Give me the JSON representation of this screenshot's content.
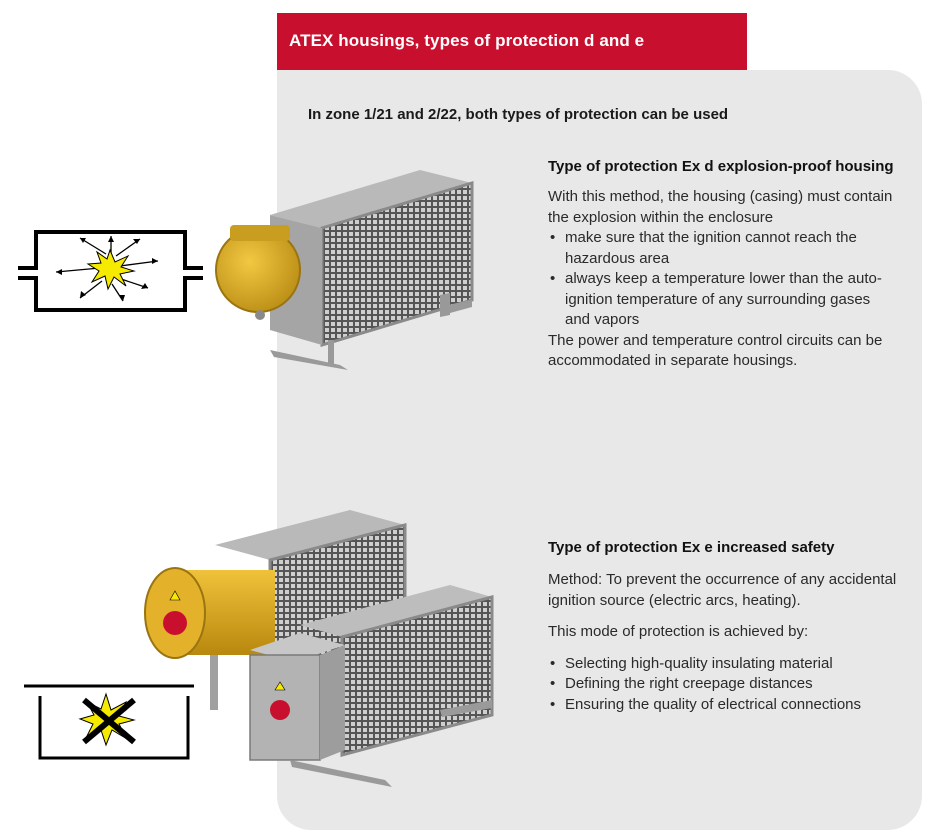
{
  "banner": {
    "title": "ATEX housings, types of protection d and e"
  },
  "intro": "In zone 1/21 and 2/22, both types of protection can be used",
  "section_d": {
    "title": "Type of protection Ex d explosion-proof housing",
    "lead": "With this method, the housing (casing) must contain the explosion within the enclosure",
    "bullets": [
      "make sure that the ignition cannot reach the hazardous area",
      "always keep a temperature lower than the auto-ignition temperature of any surrounding gases and vapors"
    ],
    "note": "The power and temperature control circuits can be accommodated in separate housings."
  },
  "section_e": {
    "title": "Type of protection Ex e increased safety",
    "method": "Method: To prevent the occurrence of any accidental ignition source (electric arcs, heating).",
    "achieved": "This mode of protection is achieved by:",
    "bullets": [
      "Selecting high-quality insulating material",
      "Defining the right creepage distances",
      "Ensuring the quality of electrical connections"
    ]
  },
  "colors": {
    "brand_red": "#c8102e",
    "panel_gray": "#e8e8e9",
    "explosion_yellow": "#f5ea00",
    "housing_yellow": "#e4b21e"
  },
  "icons": {
    "ex_d": "explosion-contained-icon",
    "ex_e": "explosion-prevented-icon",
    "logo": "brand-logo-icon"
  }
}
